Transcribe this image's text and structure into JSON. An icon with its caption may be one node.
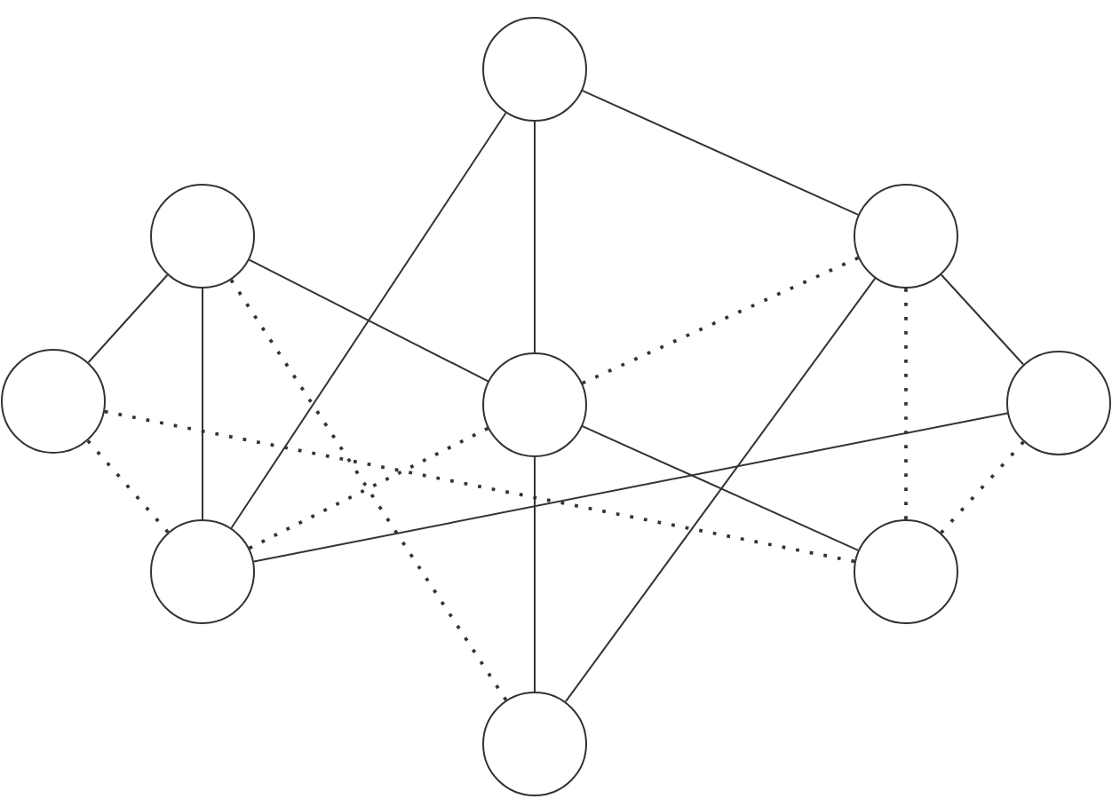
{
  "diagram": {
    "nodes": [
      {
        "text": [],
        "shape": "circle"
      },
      {
        "text": [],
        "shape": "circle"
      },
      {
        "text": [],
        "shape": "circle"
      },
      {
        "text": [],
        "shape": "circle"
      },
      {
        "text": [],
        "shape": "circle"
      },
      {
        "text": [],
        "shape": "circle"
      },
      {
        "text": [],
        "shape": "circle"
      },
      {
        "text": [],
        "shape": "circle"
      },
      {
        "text": [],
        "shape": "circle"
      }
    ],
    "edges": [
      {
        "from": 0,
        "to": 4,
        "arrow": "none"
      },
      {
        "from": 0,
        "to": 2,
        "arrow": "none"
      },
      {
        "from": 0,
        "to": 6,
        "arrow": "none"
      },
      {
        "from": 1,
        "to": 3,
        "arrow": "none"
      },
      {
        "from": 1,
        "to": 6,
        "arrow": "none"
      },
      {
        "from": 1,
        "to": 4,
        "arrow": "none"
      },
      {
        "from": 4,
        "to": 8,
        "arrow": "none"
      },
      {
        "from": 4,
        "to": 7,
        "arrow": "none"
      },
      {
        "from": 2,
        "to": 5,
        "arrow": "none"
      },
      {
        "from": 2,
        "to": 8,
        "arrow": "none"
      },
      {
        "from": 6,
        "to": 5,
        "arrow": "none"
      },
      {
        "from": 3,
        "to": 6,
        "arrow": "none",
        "style": "dashed"
      },
      {
        "from": 3,
        "to": 7,
        "arrow": "none",
        "style": "dashed"
      },
      {
        "from": 1,
        "to": 8,
        "arrow": "none",
        "style": "dashed"
      },
      {
        "from": 4,
        "to": 2,
        "arrow": "none",
        "style": "dashed"
      },
      {
        "from": 4,
        "to": 6,
        "arrow": "none",
        "style": "dashed"
      },
      {
        "from": 2,
        "to": 7,
        "arrow": "none",
        "style": "dashed"
      },
      {
        "from": 5,
        "to": 7,
        "arrow": "none",
        "style": "dashed"
      }
    ]
  }
}
